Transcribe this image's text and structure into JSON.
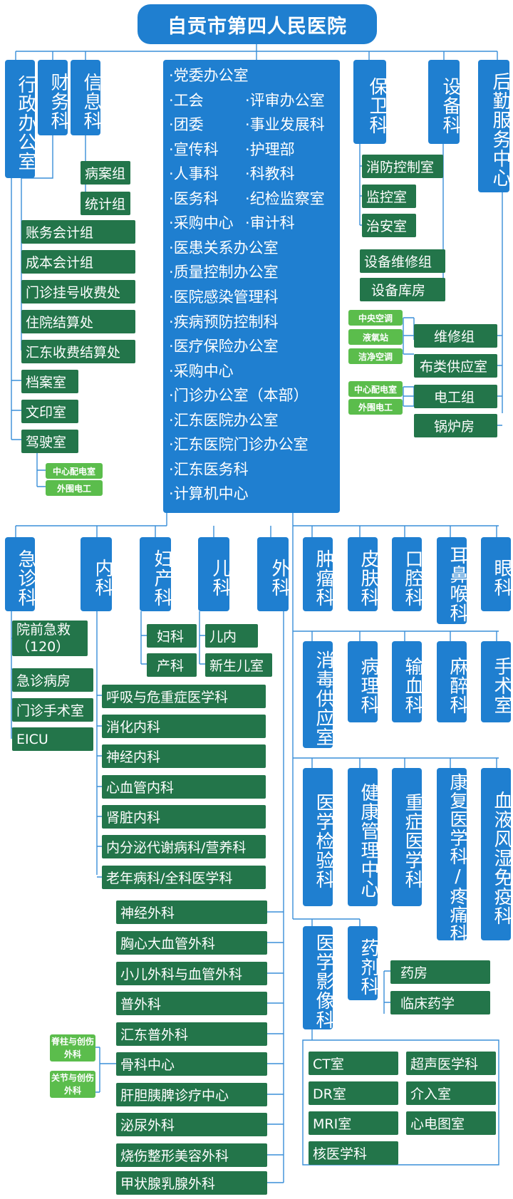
{
  "title": "自贡市第四人民医院",
  "top_left_depts": [
    "行政办公室",
    "财务科",
    "信息科"
  ],
  "info_groups": [
    "病案组",
    "统计组"
  ],
  "finance_groups": [
    "账务会计组",
    "成本会计组",
    "门诊挂号收费处",
    "住院结算处",
    "汇东收费结算处"
  ],
  "admin_groups": [
    "档案室",
    "文印室",
    "驾驶室"
  ],
  "driver_subs": [
    "中心配电室",
    "外围电工"
  ],
  "party_col1": [
    "党委办公室",
    "工会",
    "团委",
    "宣传科",
    "人事科",
    "医务科",
    "采购中心",
    "医患关系办公室",
    "质量控制办公室",
    "医院感染管理科",
    "疾病预防控制科",
    "医疗保险办公室",
    "采购中心",
    "门诊办公室（本部）",
    "汇东医院办公室",
    "汇东医院门诊办公室",
    "汇东医务科",
    "计算机中心"
  ],
  "party_col2": [
    "评审办公室",
    "事业发展科",
    "护理部",
    "科教科",
    "纪检监察室",
    "审计科"
  ],
  "top_right_depts": [
    "保卫科",
    "设备科",
    "后勤服务中心"
  ],
  "security_groups": [
    "消防控制室",
    "监控室",
    "治安室"
  ],
  "equipment_groups": [
    "设备维修组",
    "设备库房"
  ],
  "logistics_groups": [
    "维修组",
    "布类供应室",
    "电工组",
    "锅炉房"
  ],
  "repair_subs": [
    "中央空调",
    "液氧站",
    "洁净空调"
  ],
  "electric_subs": [
    "中心配电室",
    "外围电工"
  ],
  "clinical_depts": [
    "急诊科",
    "内科",
    "妇产科",
    "儿科",
    "外科"
  ],
  "emergency_groups": [
    "院前急救（120）",
    "急诊病房",
    "门诊手术室",
    "EICU"
  ],
  "obgyn_groups": [
    "妇科",
    "产科"
  ],
  "pediatric_groups": [
    "儿内",
    "新生儿室"
  ],
  "internal_groups": [
    "呼吸与危重症医学科",
    "消化内科",
    "神经内科",
    "心血管内科",
    "肾脏内科",
    "内分泌代谢病科/营养科",
    "老年病科/全科医学科"
  ],
  "surgery_groups": [
    "神经外科",
    "胸心大血管外科",
    "小儿外科与血管外科",
    "普外科",
    "汇东普外科",
    "骨科中心",
    "肝胆胰脾诊疗中心",
    "泌尿外科",
    "烧伤整形美容外科",
    "甲状腺乳腺外科"
  ],
  "ortho_subs": [
    "脊柱与创伤外科",
    "关节与创伤外科"
  ],
  "right_row1": [
    "肿瘤科",
    "皮肤科",
    "口腔科",
    "耳鼻喉科",
    "眼科"
  ],
  "right_row2": [
    "消毒供应室",
    "病理科",
    "输血科",
    "麻醉科",
    "手术室"
  ],
  "right_row3": [
    "医学检验科",
    "健康管理中心",
    "重症医学科",
    "康复医学科/疼痛科",
    "血液风湿免疫科"
  ],
  "right_row4": [
    "医学影像科",
    "药剂科"
  ],
  "pharmacy_groups": [
    "药房",
    "临床药学"
  ],
  "imaging_groups": [
    "CT室",
    "超声医学科",
    "DR室",
    "介入室",
    "MRI室",
    "心电图室",
    "核医学科"
  ]
}
